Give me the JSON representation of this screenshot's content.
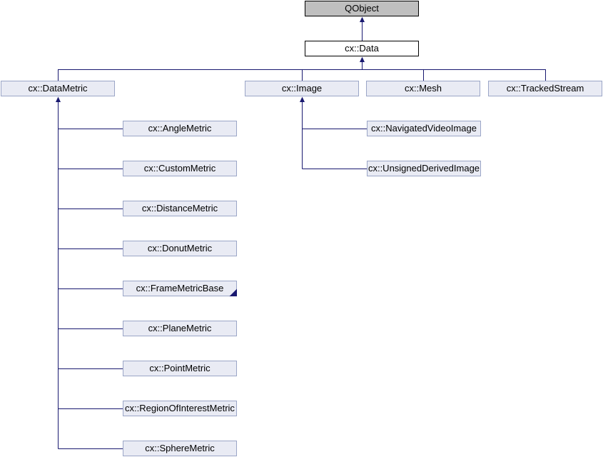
{
  "diagram": {
    "type": "class_inheritance_graph",
    "nodes": [
      {
        "label": "QObject",
        "style": "external"
      },
      {
        "label": "cx::Data",
        "style": "current"
      },
      {
        "label": "cx::DataMetric",
        "style": "linked"
      },
      {
        "label": "cx::Image",
        "style": "linked"
      },
      {
        "label": "cx::Mesh",
        "style": "linked"
      },
      {
        "label": "cx::TrackedStream",
        "style": "linked"
      },
      {
        "label": "cx::AngleMetric",
        "style": "linked"
      },
      {
        "label": "cx::CustomMetric",
        "style": "linked"
      },
      {
        "label": "cx::DistanceMetric",
        "style": "linked"
      },
      {
        "label": "cx::DonutMetric",
        "style": "linked"
      },
      {
        "label": "cx::FrameMetricBase",
        "style": "linked",
        "truncated": true
      },
      {
        "label": "cx::PlaneMetric",
        "style": "linked"
      },
      {
        "label": "cx::PointMetric",
        "style": "linked"
      },
      {
        "label": "cx::RegionOfInterestMetric",
        "style": "linked"
      },
      {
        "label": "cx::SphereMetric",
        "style": "linked"
      },
      {
        "label": "cx::NavigatedVideoImage",
        "style": "linked"
      },
      {
        "label": "cx::UnsignedDerivedImage",
        "style": "linked"
      }
    ],
    "edges": [
      {
        "from": "cx::Data",
        "to": "QObject"
      },
      {
        "from": "cx::DataMetric",
        "to": "cx::Data"
      },
      {
        "from": "cx::Image",
        "to": "cx::Data"
      },
      {
        "from": "cx::Mesh",
        "to": "cx::Data"
      },
      {
        "from": "cx::TrackedStream",
        "to": "cx::Data"
      },
      {
        "from": "cx::AngleMetric",
        "to": "cx::DataMetric"
      },
      {
        "from": "cx::CustomMetric",
        "to": "cx::DataMetric"
      },
      {
        "from": "cx::DistanceMetric",
        "to": "cx::DataMetric"
      },
      {
        "from": "cx::DonutMetric",
        "to": "cx::DataMetric"
      },
      {
        "from": "cx::FrameMetricBase",
        "to": "cx::DataMetric"
      },
      {
        "from": "cx::PlaneMetric",
        "to": "cx::DataMetric"
      },
      {
        "from": "cx::PointMetric",
        "to": "cx::DataMetric"
      },
      {
        "from": "cx::RegionOfInterestMetric",
        "to": "cx::DataMetric"
      },
      {
        "from": "cx::SphereMetric",
        "to": "cx::DataMetric"
      },
      {
        "from": "cx::NavigatedVideoImage",
        "to": "cx::Image"
      },
      {
        "from": "cx::UnsignedDerivedImage",
        "to": "cx::Image"
      }
    ]
  },
  "colors": {
    "background": "#ffffff",
    "line": "#191970",
    "text": "#000000",
    "node_fill_linked": "#e9ebf4",
    "node_border_linked": "#9ba6c7",
    "node_fill_current": "#ffffff",
    "node_border_current": "#000000",
    "node_fill_external": "#bfbfbf",
    "node_border_external": "#000000"
  }
}
